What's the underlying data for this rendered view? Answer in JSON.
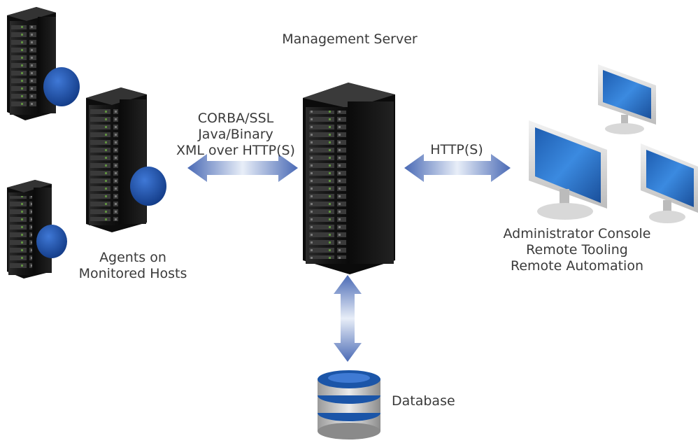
{
  "title": "Management Server",
  "left_link": {
    "protocols": [
      "CORBA/SSL",
      "Java/Binary",
      "XML over HTTP(S)"
    ]
  },
  "right_link": {
    "protocol": "HTTP(S)"
  },
  "agents": {
    "label_lines": [
      "Agents on",
      "Monitored Hosts"
    ]
  },
  "consoles": {
    "label_lines": [
      "Administrator Console",
      "Remote Tooling",
      "Remote Automation"
    ]
  },
  "database": {
    "label": "Database"
  },
  "colors": {
    "server_body": "#1c1c1c",
    "agent_disc": "#1e4fa8",
    "arrow": "#5c7dc0",
    "monitor_screen": "#2a6fc0",
    "database_blue": "#1b55a8",
    "text": "#3a3a3a"
  }
}
